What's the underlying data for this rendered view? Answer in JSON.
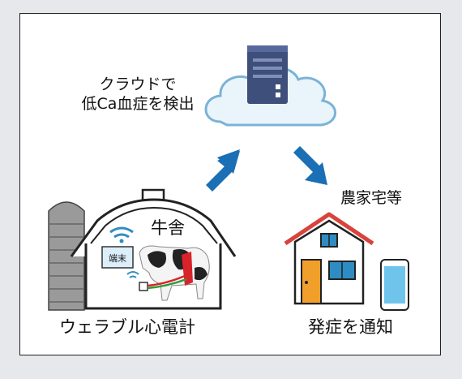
{
  "labels": {
    "cloud_line1": "クラウドで",
    "cloud_line2": "低Ca血症を検出",
    "farmhouse": "農家宅等",
    "barn": "牛舎",
    "terminal": "端末",
    "wearable": "ウェラブル心電計",
    "notify": "発症を通知"
  },
  "colors": {
    "arrow": "#1a6fb5",
    "cloud_fill": "#eaf4fb",
    "cloud_stroke": "#7ab3d6",
    "server": "#3d4f7a",
    "roof_red": "#d9433b",
    "door_orange": "#f0a02a",
    "window_teal": "#2f8cc2",
    "sensor_red": "#d8232a"
  },
  "icons": [
    "cloud-server-icon",
    "silo-icon",
    "barn-icon",
    "wifi-icon",
    "cow-icon",
    "house-icon",
    "smartphone-icon",
    "up-arrow-icon",
    "down-arrow-icon"
  ]
}
